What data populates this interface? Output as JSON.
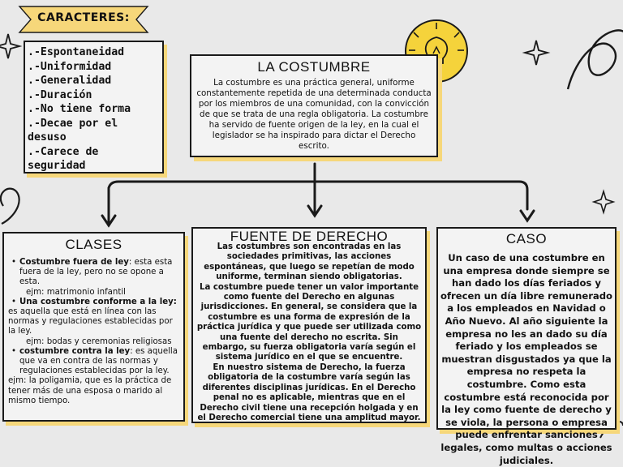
{
  "banner": {
    "title": "CARACTERES:"
  },
  "caracteres": {
    "items": [
      ".-Espontaneidad",
      ".-Uniformidad",
      ".-Generalidad",
      ".-Duración",
      ".-No tiene forma",
      ".-Decae por el desuso",
      ".-Carece de seguridad"
    ]
  },
  "costumbre": {
    "title": "LA COSTUMBRE",
    "text": "La costumbre es una práctica general, uniforme constantemente repetida de una determinada conducta por los miembros de una comunidad, con la convicción de que se trata de una regla obligatoria. La costumbre ha servido de fuente origen de la ley, en la cual el legislador se ha inspirado para dictar el Derecho escrito."
  },
  "clases": {
    "title": "CLASES",
    "b1_label": "Costumbre fuera de ley",
    "b1_text": ":  esta esta fuera de la ley, pero no se opone a esta.",
    "b1_ex": "ejm: matrimonio infantil",
    "b2_label": "Una costumbre conforme a la ley",
    "b2_text": "es aquella que está en línea con las normas y regulaciones establecidas por la ley.",
    "b2_ex": "ejm: bodas y ceremonias religiosas",
    "b3_label": "costumbre contra la ley",
    "b3_text": ": es aquella que va en contra de las normas y regulaciones establecidas por la ley.",
    "b3_ex": "ejm: la poligamia, que es la práctica de tener más de una esposa o marido al mismo tiempo."
  },
  "fuente": {
    "title": "FUENTE DE DERECHO",
    "p1": "Las costumbres son encontradas en las sociedades primitivas, las acciones espontáneas, que luego se repetían de modo uniforme, terminan siendo obligatorias.",
    "p2": "La costumbre puede tener un valor importante como fuente del Derecho en algunas jurisdicciones. En general, se considera que la costumbre es una forma de expresión de la práctica jurídica y que puede ser utilizada como una fuente del derecho no escrita. Sin embargo, su fuerza obligatoria varía según el sistema jurídico en el que se encuentre.",
    "p3": "En nuestro sistema de Derecho, la fuerza obligatoria de la costumbre varía según las diferentes disciplinas jurídicas. En el Derecho penal no es aplicable, mientras que en el Derecho civil tiene una recepción holgada y en el Derecho comercial tiene una amplitud mayor."
  },
  "caso": {
    "title": "CASO",
    "text": "Un caso de una costumbre en una empresa donde siempre se han dado los días feriados y ofrecen un día libre remunerado a los empleados en Navidad o Año Nuevo. Al año siguiente la empresa no les an dado su día feriado y los empleados se muestran disgustados ya que la empresa no respeta la costumbre. Como esta costumbre está reconocida por la ley como fuente de derecho y se viola, la persona o empresa puede enfrentar sanciones legales, como multas o acciones judiciales."
  },
  "colors": {
    "accent": "#f6d77a",
    "lightbulb": "#f5d33b",
    "ink": "#1a1a1a"
  }
}
